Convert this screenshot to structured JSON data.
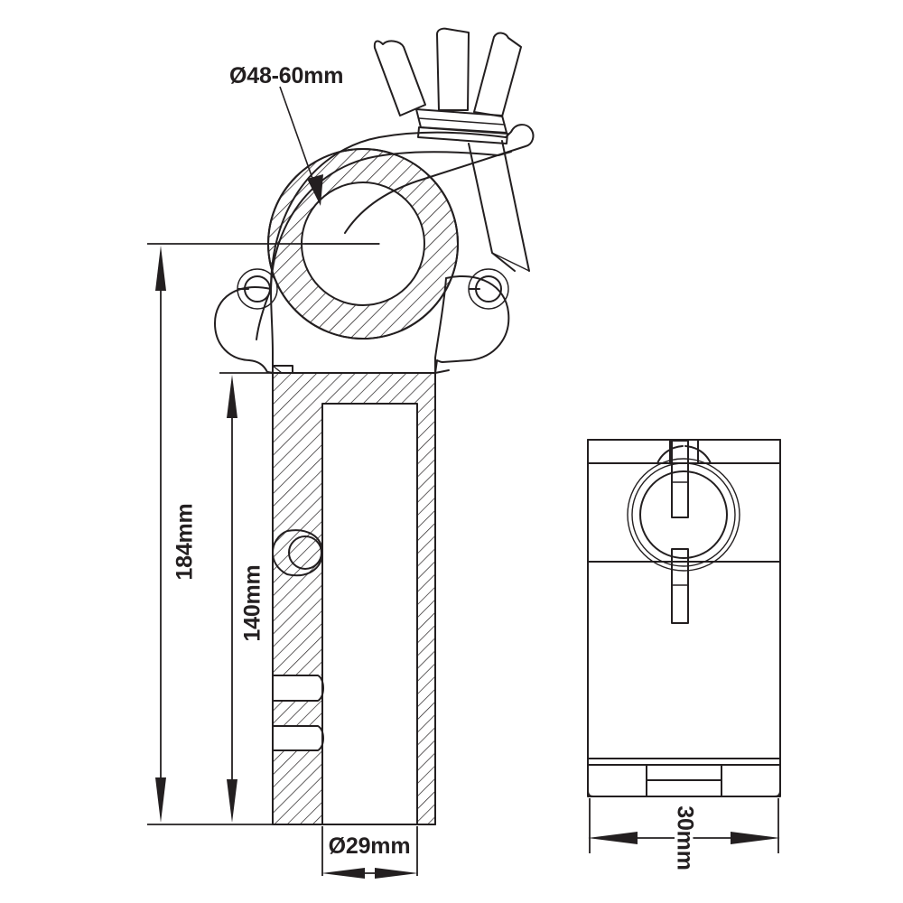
{
  "drawing": {
    "title": "Truss clamp technical drawing",
    "background_color": "#ffffff",
    "line_color": "#231f20"
  },
  "annotations": {
    "bore_diameter": "Ø48-60mm",
    "overall_height": "184mm",
    "tube_height": "140mm",
    "tube_diameter": "Ø29mm",
    "side_width": "30mm"
  },
  "views": {
    "front": {
      "name": "front-section-view",
      "parts": [
        "clamp-ring",
        "wing-nut",
        "hook-arm",
        "bolt-shaft",
        "left-lug",
        "right-lug",
        "spigot-tube"
      ]
    },
    "side": {
      "name": "side-view",
      "parts": [
        "clamp-body",
        "bolt-circle",
        "bolt-stem",
        "base-feet"
      ]
    }
  }
}
